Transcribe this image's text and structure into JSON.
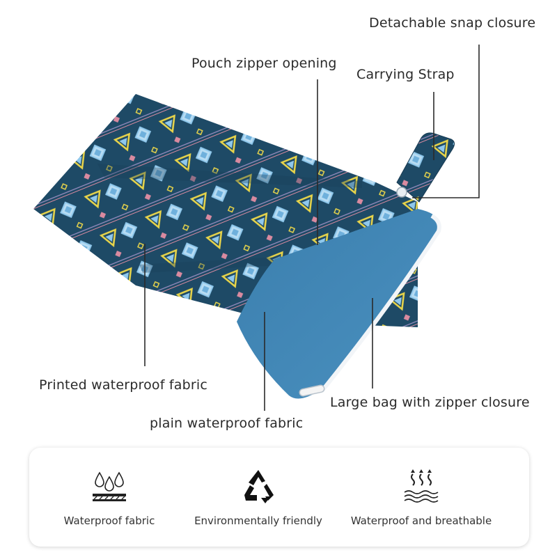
{
  "callouts": {
    "snap_closure": "Detachable snap closure",
    "pouch_zipper": "Pouch zipper opening",
    "carrying_strap": "Carrying Strap",
    "printed_fabric": "Printed waterproof fabric",
    "plain_fabric": "plain waterproof fabric",
    "large_bag": "Large bag with zipper closure"
  },
  "features": [
    {
      "icon": "water-drops-fabric-icon",
      "label": "Waterproof fabric"
    },
    {
      "icon": "recycle-icon",
      "label": "Environmentally friendly"
    },
    {
      "icon": "breathable-vapor-icon",
      "label": "Waterproof and breathable"
    }
  ],
  "colors": {
    "print_navy": "#1e4a66",
    "plain_blue": "#3f86b4",
    "accent_yellow": "#e9d54a",
    "accent_light_blue": "#8fc8ec",
    "accent_pink": "#d98aa0"
  }
}
